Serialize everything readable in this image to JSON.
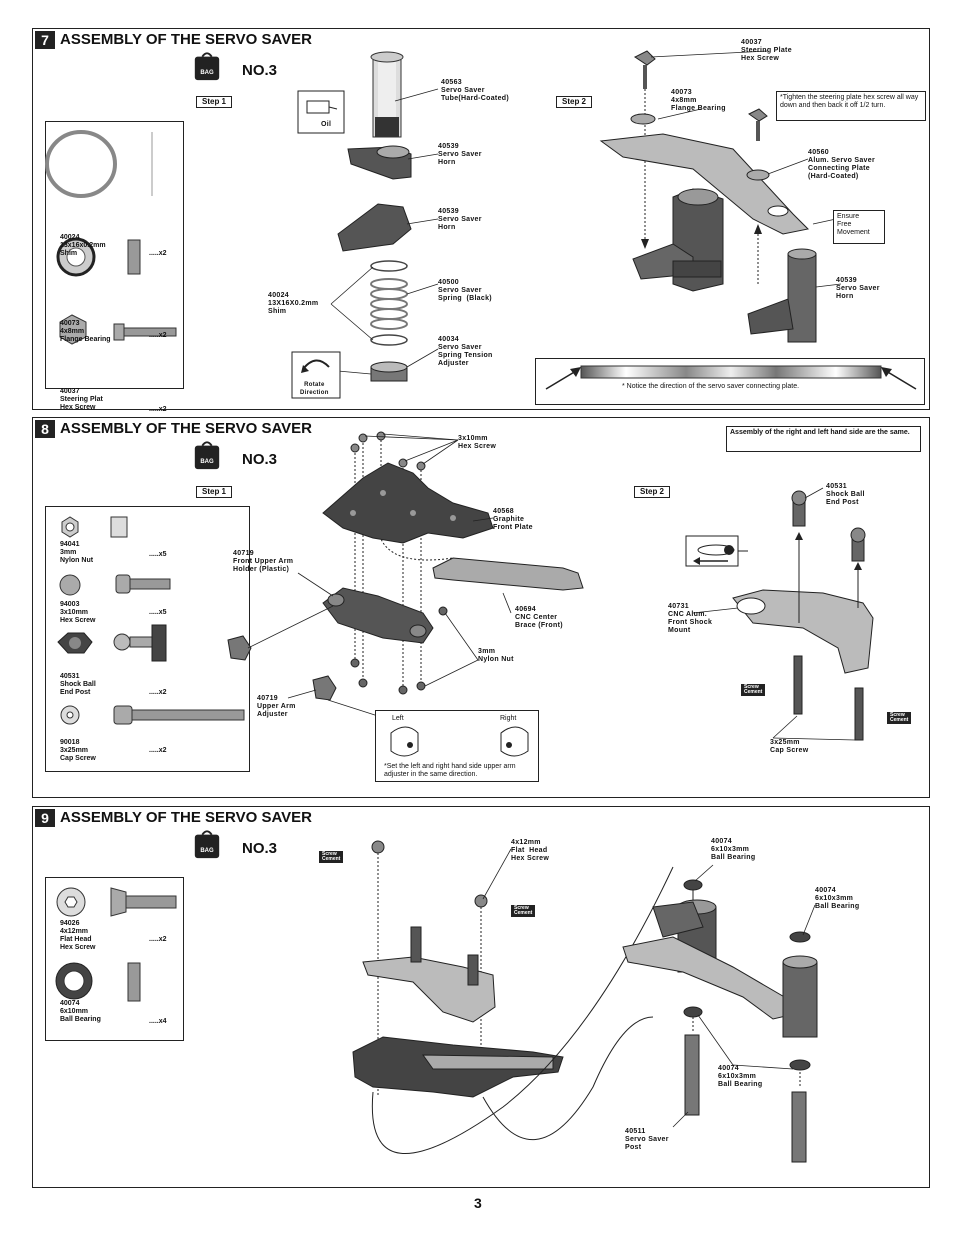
{
  "sections": [
    {
      "number": "7",
      "title": "ASSEMBLY OF THE SERVO SAVER",
      "bag": "BAG",
      "bag_no": "NO.3",
      "step1": "Step 1",
      "step2": "Step 2"
    },
    {
      "number": "8",
      "title": "ASSEMBLY OF THE SERVO SAVER",
      "bag": "BAG",
      "bag_no": "NO.3",
      "step1": "Step 1",
      "step2": "Step 2"
    },
    {
      "number": "9",
      "title": "ASSEMBLY OF THE SERVO SAVER",
      "bag": "BAG",
      "bag_no": "NO.3"
    }
  ],
  "s7": {
    "parts": [
      {
        "label": "40024\n13x16x0.2mm\nShim",
        "qty": ".....x2"
      },
      {
        "label": "40073\n4x8mm\nFlange Bearing",
        "qty": ".....x2"
      },
      {
        "label": "40037\nSteering Plat\nHex Screw",
        "qty": ".....x2"
      }
    ],
    "oil": "Oil",
    "rotate": "Rotate\nDirection",
    "labels": {
      "tube": "40563\nServo Saver\nTube(Hard-Coated)",
      "horn1": "40539\nServo Saver\nHorn",
      "horn2": "40539\nServo Saver\nHorn",
      "spring": "40500\nServo Saver\nSpring  (Black)",
      "shim": "40024\n13X16X0.2mm\nShim",
      "adjuster": "40034\nServo Saver\nSpring Tension\nAdjuster",
      "screw": "40037\nSteering Plate\nHex Screw",
      "bearing": "40073\n4x8mm\nFlange Bearing",
      "plate": "40560\nAlum. Servo Saver\nConnecting Plate\n(Hard-Coated)",
      "horn3": "40539\nServo Saver\nHorn"
    },
    "tighten_note": "*Tighten the steering plate hex screw all way down and then back it off 1/2 turn.",
    "ensure_note": "Ensure\nFree\nMovement",
    "direction_note": "* Notice the direction of the servo saver connecting plate."
  },
  "s8": {
    "parts": [
      {
        "label": "94041\n3mm\nNylon Nut",
        "qty": ".....x5"
      },
      {
        "label": "94003\n3x10mm\nHex Screw",
        "qty": ".....x5"
      },
      {
        "label": "40531\nShock Ball\nEnd Post",
        "qty": ".....x2"
      },
      {
        "label": "90018\n3x25mm\nCap Screw",
        "qty": ".....x2"
      }
    ],
    "labels": {
      "hexscrew": "3x10mm\nHex Screw",
      "graphite": "40568\nGraphite\nFront Plate",
      "holder": "40719\nFront Upper Arm\nHolder (Plastic)",
      "brace": "40694\nCNC Center\nBrace (Front)",
      "nylon": "3mm\nNylon Nut",
      "adjuster": "40719\nUpper Arm\nAdjuster",
      "ballend": "40531\nShock Ball\nEnd Post",
      "cncmount": "40731\nCNC Alum.\nFront Shock\nMount",
      "capscrew": "3x25mm\nCap Screw"
    },
    "same_note": "Assembly of the right and left hand side are the same.",
    "left": "Left",
    "right": "Right",
    "lr_note": "*Set the left and right hand side upper arm adjuster in the same direction.",
    "cement": "Screw\nCement"
  },
  "s9": {
    "parts": [
      {
        "label": "94026\n4x12mm\nFlat Head\nHex Screw",
        "qty": ".....x2"
      },
      {
        "label": "40074\n6x10mm\nBall Bearing",
        "qty": ".....x4"
      }
    ],
    "labels": {
      "flatscrew": "4x12mm\nFlat  Head\nHex Screw",
      "bb1": "40074\n6x10x3mm\nBall Bearing",
      "bb2": "40074\n6x10x3mm\nBall Bearing",
      "bb3": "40074\n6x10x3mm\nBall Bearing",
      "post": "40511\nServo Saver\nPost"
    },
    "cement": "Screw\nCement"
  },
  "page_number": "3"
}
